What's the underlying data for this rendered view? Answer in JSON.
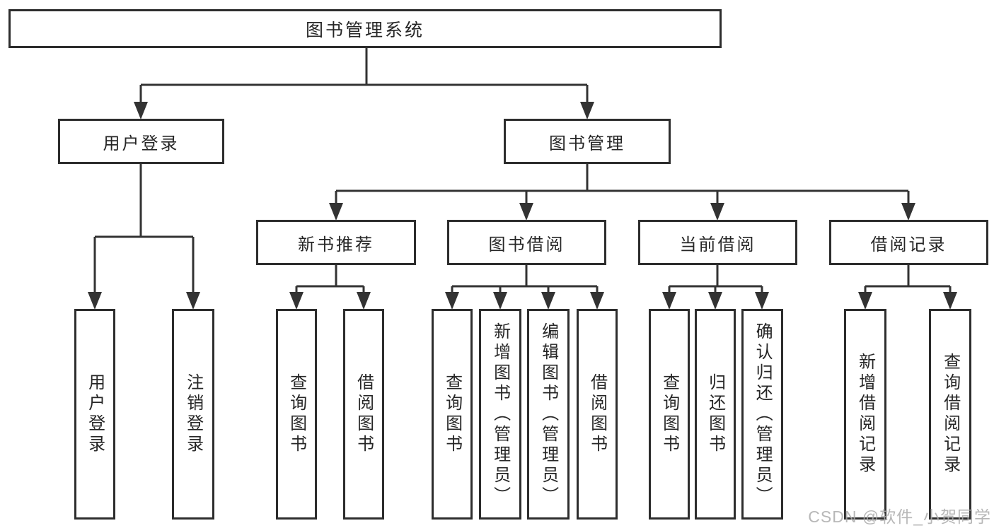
{
  "tree": {
    "root_label": "图书管理系统",
    "branches": [
      {
        "label": "用户登录",
        "leaves": [
          "用户登录",
          "注销登录"
        ]
      },
      {
        "label": "图书管理",
        "groups": [
          {
            "label": "新书推荐",
            "leaves": [
              "查询图书",
              "借阅图书"
            ]
          },
          {
            "label": "图书借阅",
            "leaves": [
              "查询图书",
              "新增图书（管理员）",
              "编辑图书（管理员）",
              "借阅图书"
            ]
          },
          {
            "label": "当前借阅",
            "leaves": [
              "查询图书",
              "归还图书",
              "确认归还（管理员）"
            ]
          },
          {
            "label": "借阅记录",
            "leaves": [
              "新增借阅记录",
              "查询借阅记录"
            ]
          }
        ]
      }
    ]
  },
  "watermark": "CSDN @软件_小贺同学",
  "colors": {
    "line": "#333333",
    "box_border": "#2d2d2d",
    "text": "#262626",
    "watermark": "#aaaaaa"
  }
}
